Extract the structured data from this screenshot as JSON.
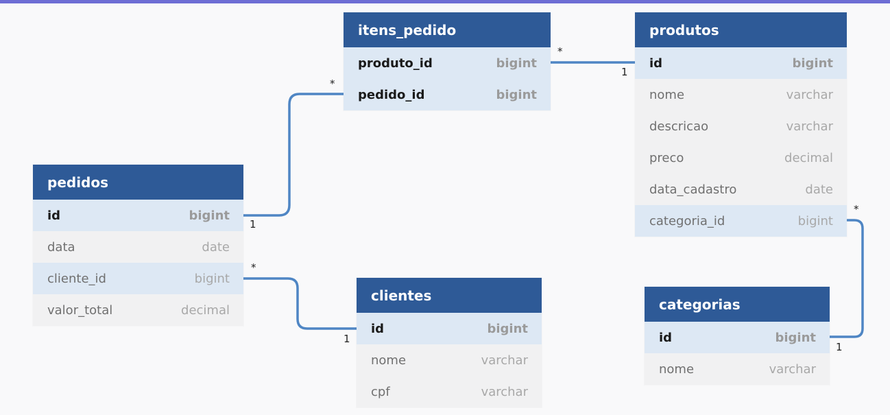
{
  "tables": {
    "itens_pedido": {
      "title": "itens_pedido",
      "columns": [
        {
          "name": "produto_id",
          "type": "bigint"
        },
        {
          "name": "pedido_id",
          "type": "bigint"
        }
      ]
    },
    "produtos": {
      "title": "produtos",
      "columns": [
        {
          "name": "id",
          "type": "bigint"
        },
        {
          "name": "nome",
          "type": "varchar"
        },
        {
          "name": "descricao",
          "type": "varchar"
        },
        {
          "name": "preco",
          "type": "decimal"
        },
        {
          "name": "data_cadastro",
          "type": "date"
        },
        {
          "name": "categoria_id",
          "type": "bigint"
        }
      ]
    },
    "pedidos": {
      "title": "pedidos",
      "columns": [
        {
          "name": "id",
          "type": "bigint"
        },
        {
          "name": "data",
          "type": "date"
        },
        {
          "name": "cliente_id",
          "type": "bigint"
        },
        {
          "name": "valor_total",
          "type": "decimal"
        }
      ]
    },
    "clientes": {
      "title": "clientes",
      "columns": [
        {
          "name": "id",
          "type": "bigint"
        },
        {
          "name": "nome",
          "type": "varchar"
        },
        {
          "name": "cpf",
          "type": "varchar"
        }
      ]
    },
    "categorias": {
      "title": "categorias",
      "columns": [
        {
          "name": "id",
          "type": "bigint"
        },
        {
          "name": "nome",
          "type": "varchar"
        }
      ]
    }
  },
  "relationships": [
    {
      "from": "itens_pedido.produto_id",
      "to": "produtos.id",
      "from_card": "*",
      "to_card": "1"
    },
    {
      "from": "itens_pedido.pedido_id",
      "to": "pedidos.id",
      "from_card": "*",
      "to_card": "1"
    },
    {
      "from": "pedidos.cliente_id",
      "to": "clientes.id",
      "from_card": "*",
      "to_card": "1"
    },
    {
      "from": "produtos.categoria_id",
      "to": "categorias.id",
      "from_card": "*",
      "to_card": "1"
    }
  ]
}
